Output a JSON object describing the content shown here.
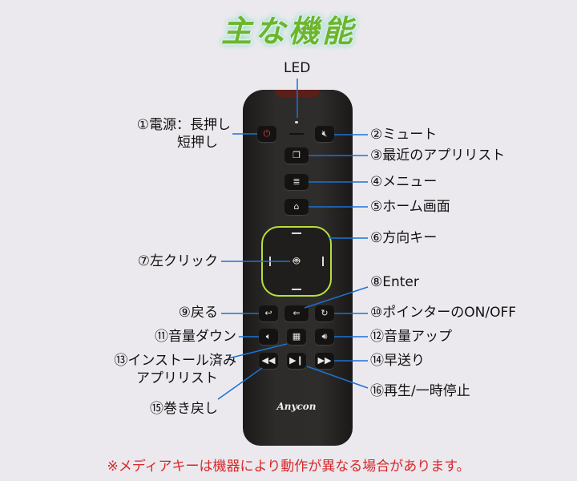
{
  "title": "主な機能",
  "brand": "Anycon",
  "labels": {
    "led": "LED",
    "power_1": "①電源：長押し",
    "power_2": "短押し",
    "mute": "②ミュート",
    "recent": "③最近のアプリリスト",
    "menu": "④メニュー",
    "home": "⑤ホーム画面",
    "direction": "⑥方向キー",
    "left_click": "⑦左クリック",
    "enter": "⑧Enter",
    "back": "⑨戻る",
    "pointer": "⑩ポインターのON/OFF",
    "vol_down": "⑪音量ダウン",
    "vol_up": "⑫音量アップ",
    "apps_1": "⑬インストール済み",
    "apps_2": "アプリリスト",
    "fast_forward": "⑭早送り",
    "rewind": "⑮巻き戻し",
    "play_pause": "⑯再生/一時停止"
  },
  "note": "※メディアキーは機器により動作が異なる場合があります。",
  "colors": {
    "title": "#6cb52e",
    "leader_line": "#1a72d6",
    "note": "#d8262a",
    "dpad_ring": "#b6e03a",
    "power_icon": "#e0403a"
  }
}
